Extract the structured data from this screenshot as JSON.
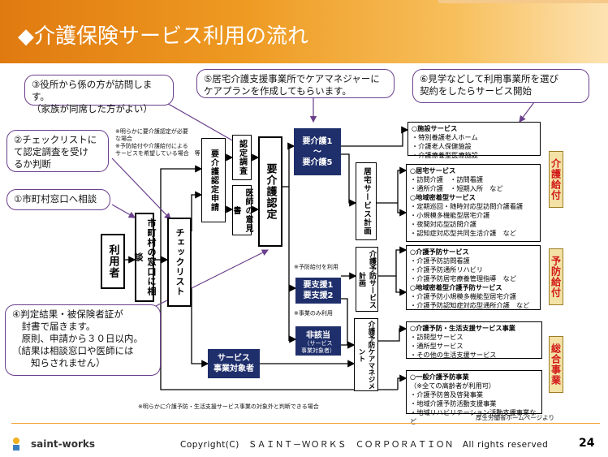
{
  "title": "◆介護保険サービス利用の流れ",
  "callouts": {
    "c3": "③役所から係の方が訪問します。\n（家族が同席した方がよい）",
    "c5": "⑤居宅介護支援事業所でケアマネジャーに\nケアプランを作成してもらいます。",
    "c6": "⑥見学などして利用事業所を選び\n契約をしたらサービス開始",
    "c2": "②チェックリストに\nて認定調査を受け\nるか判断",
    "c1": "①市町村窓口へ相談",
    "c4": "④判定結果・被保険者証が\n　封書で届きます。\n　原則、申請から３０日以内。\n（結果は相談窓口や医師には\n　　知らされません）"
  },
  "notes": {
    "top": "※明らかに要介護認定が必要\nな場合\n※予防給付や介護給付による\nサービスを希望している場合　等",
    "yobo_kyufu": "※予防給付を利用",
    "jigyo_only": "※事業のみ利用",
    "bottom": "※明らかに介護予防・生活支援サービス事業の対象外と判断できる場合",
    "source": "厚生労働省ホームページより"
  },
  "flow": {
    "riyousha": "利用者",
    "madoguchi": "市町村の窓口に相談",
    "checklist": "チェックリスト",
    "shinsei": "要介護認定申請",
    "chosa": "認定調査",
    "ishi": "医師の意見書",
    "nintei": "要介護認定",
    "yokaigo": "要介護1\n～\n要介護5",
    "yoshien": "要支援1\n要支援2",
    "higaito": "非該当",
    "higaito_sub": "（サービス\n事業対象者）",
    "jigyo_taisho": "サービス\n事業対象者",
    "kyotaku_plan": "居宅サービス計画",
    "yobo_plan": "介護予防サービス計画",
    "yobo_cm": "介護予防ケアマネジメント"
  },
  "services": {
    "shisetsu": {
      "head": "○施設サービス",
      "items": [
        "・特別養護老人ホーム",
        "・介護老人保健施設",
        "・介護療養型医療施設"
      ]
    },
    "kyotaku": {
      "head": "○居宅サービス",
      "items": [
        "・訪問介護　・訪問看護",
        "・通所介護　・短期入所　など"
      ]
    },
    "chiiki": {
      "head": "○地域密着型サービス",
      "items": [
        "・定期巡回・随時対応型訪問介護看護",
        "・小規模多機能型居宅介護",
        "・夜間対応型訪問介護",
        "・認知症対応型共同生活介護　など"
      ]
    },
    "yobo": {
      "head": "○介護予防サービス",
      "items": [
        "・介護予防訪問看護",
        "・介護予防通所リハビリ",
        "・介護予防居宅療養管理指導　など"
      ]
    },
    "chiiki_yobo": {
      "head": "○地域密着型介護予防サービス",
      "items": [
        "・介護予防小規模多機能型居宅介護",
        "・介護予防認知症対応型通所介護　など"
      ]
    },
    "seikatsu": {
      "head": "○介護予防・生活支援サービス事業",
      "items": [
        "・訪問型サービス",
        "・通所型サービス",
        "・その他の生活支援サービス"
      ]
    },
    "ippan": {
      "head": "○一般介護予防事業",
      "items": [
        "（※全ての高齢者が利用可）",
        "・介護予防普及啓発事業",
        "・地域介護予防活動支援事業",
        "・地域リハビリテーション活動支援事業など"
      ]
    }
  },
  "side_labels": {
    "kaigo": "介護給付",
    "yobo": "予防給付",
    "sogo": "総合事業"
  },
  "footer": {
    "logo": "saint-works",
    "copyright": "Copyright(C)　ＳＡＩＮＴ－ＷＯＲＫＳ　ＣＯＲＰＯＲＡＴＩＯＮ　All  rights  reserved",
    "page": "24"
  },
  "colors": {
    "title_orange": "#e07a10",
    "callout_border": "#6b3f8c",
    "navy": "#1f2f6b",
    "side_bg": "#f3e2a6",
    "side_text": "#d11818"
  }
}
